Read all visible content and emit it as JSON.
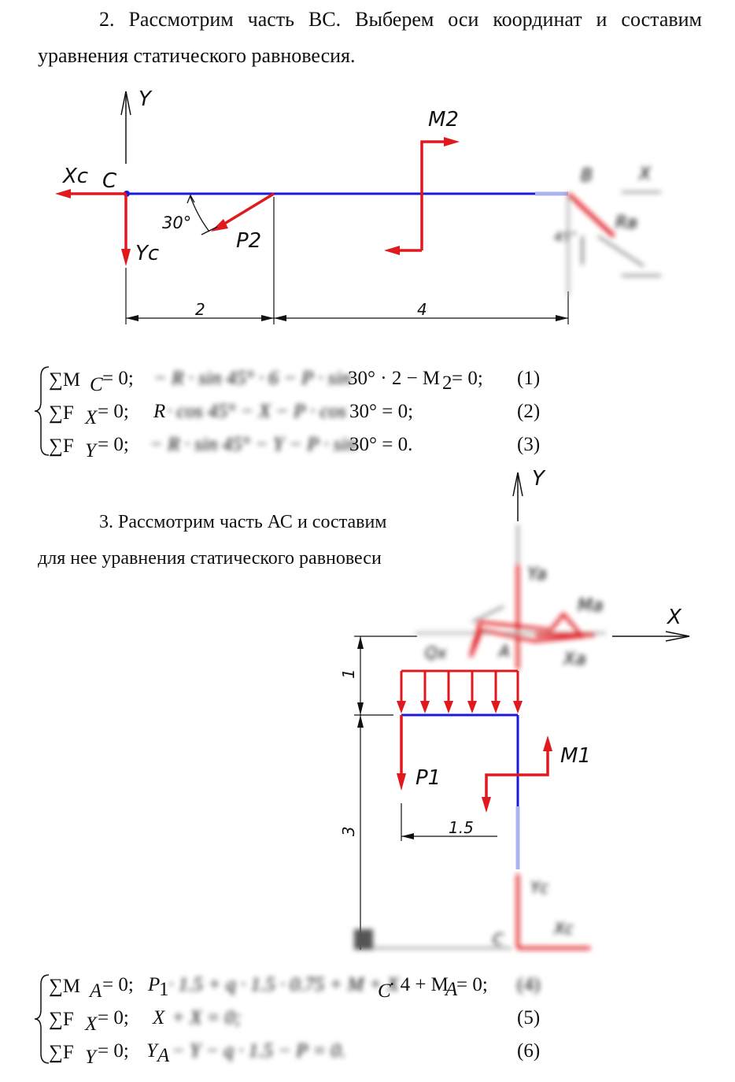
{
  "para2": {
    "line1": "2. Рассмотрим часть ВС. Выберем оси координат и составим",
    "line2": "уравнения статического равновесия."
  },
  "para3": {
    "line1": "3. Рассмотрим часть АС и составим",
    "line2": "для нее уравнения статического равновеси"
  },
  "diagram1": {
    "axis_y": "Y",
    "xc": "Xc",
    "c": "C",
    "yc": "Yc",
    "angle": "30°",
    "p2": "P2",
    "m2": "M2",
    "dim_2": "2",
    "dim_4": "4",
    "blur_labels": [
      "B",
      "X",
      "Rв",
      "45°"
    ]
  },
  "system1": {
    "eq1_left": "∑M",
    "eq1_sub": "C",
    "eq1_mid": "= 0;",
    "eq1_hidden": "− R · sin 45° · 6 − P · sin",
    "eq1_right": "30° · 2 − M",
    "eq1_right_sub": "2",
    "eq1_end": "= 0;",
    "eq1_num": "(1)",
    "eq2_left": "∑F",
    "eq2_sub": "X",
    "eq2_mid": "= 0;",
    "eq2_r": "R",
    "eq2_hidden": "· cos 45° − X − P · cos",
    "eq2_right": "30° = 0;",
    "eq2_num": "(2)",
    "eq3_left": "∑F",
    "eq3_sub": "Y",
    "eq3_mid": "= 0;",
    "eq3_hidden": "− R · sin 45° − Y − P · sin",
    "eq3_right": "30° = 0.",
    "eq3_num": "(3)"
  },
  "diagram2": {
    "axis_y": "Y",
    "axis_x": "X",
    "p1": "P1",
    "m1": "M1",
    "dim_1": "1",
    "dim_3": "3",
    "dim_15": "1.5",
    "blur_labels": [
      "Ya",
      "Ma",
      "Xa",
      "A",
      "Qx",
      "Yc",
      "Xc",
      "C"
    ]
  },
  "system2": {
    "eq4_left": "∑M",
    "eq4_sub": "A",
    "eq4_mid": "= 0;",
    "eq4_p": "P",
    "eq4_p_sub": "1",
    "eq4_hidden": "· 1.5 + q · 1.5 · 0.75 + M + X",
    "eq4_c": "C",
    "eq4_right": "· 4 + M",
    "eq4_right_sub": "A",
    "eq4_end": "= 0;",
    "eq4_num": "(4)",
    "eq5_left": "∑F",
    "eq5_sub": "X",
    "eq5_mid": "= 0;",
    "eq5_x": "X",
    "eq5_hidden": "+ X = 0;",
    "eq5_num": "(5)",
    "eq6_left": "∑F",
    "eq6_sub": "Y",
    "eq6_mid": "= 0;",
    "eq6_y": "Y",
    "eq6_y_sub": "A",
    "eq6_hidden": "− Y − q · 1.5 − P = 0.",
    "eq6_num": "(6)"
  },
  "colors": {
    "red": "#e0191e",
    "blue": "#1a1adb",
    "light_blue": "#a9b4f0",
    "black": "#111111"
  }
}
